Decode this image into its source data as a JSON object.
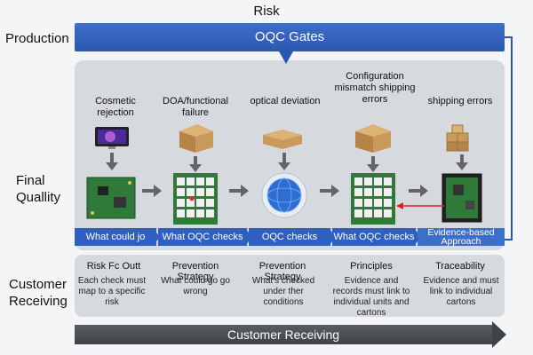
{
  "title": "Risk",
  "stages": {
    "production": "Production",
    "final_quality": "Final Quallity",
    "customer_receiving": "Customer Receiving"
  },
  "gates_bar": "OQC Gates",
  "columns": [
    {
      "title": "Cosmetic rejection",
      "step": "What could јo",
      "head": "Risk Fc Outt",
      "text": "Each check must map to a specific risk"
    },
    {
      "title": "DOA/functional failure",
      "step": "What OQC checks",
      "head": "Prevention Strategy",
      "text": "What could go go wrong"
    },
    {
      "title": "optical deviation",
      "step": "OQC checks",
      "head": "Prevention Strategy",
      "text": "What's checked under ther conditions"
    },
    {
      "title": "Configuration mismatch shipping errors",
      "step": "What OQC checks",
      "head": "Principles",
      "text": "Evidence and records must link to individual units and cartons"
    },
    {
      "title": "shipping errors",
      "step": "Evidence-based Approach",
      "head": "Traceability",
      "text": "Evidence and must link to individual cartons"
    }
  ],
  "customer_bar": "Customer Receiving",
  "colors": {
    "accent": "#2f5fc0",
    "panel": "#d6d9de",
    "dark_bar": "#4a4d52"
  }
}
